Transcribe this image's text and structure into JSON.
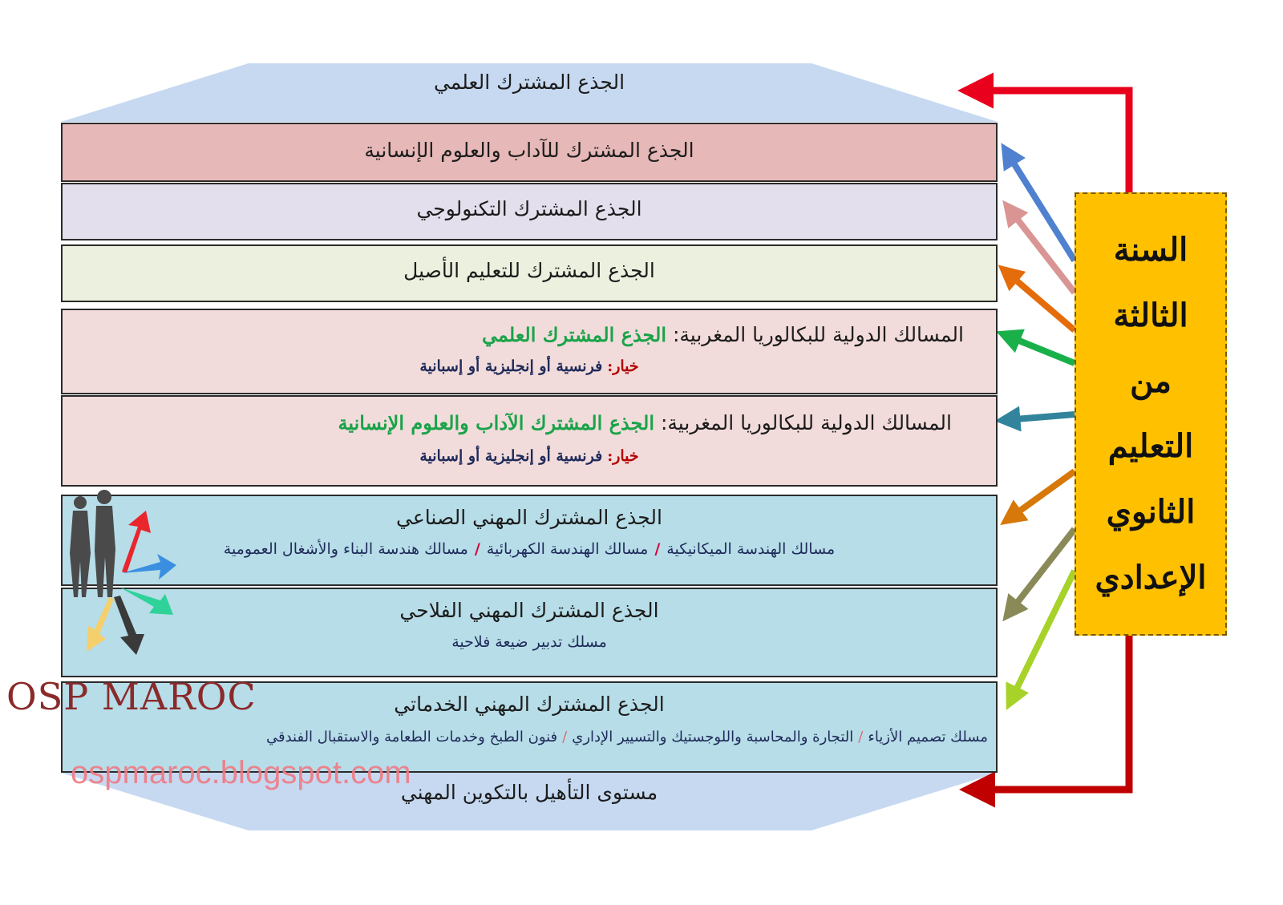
{
  "top_hex": {
    "title": "الجذع المشترك العلمي"
  },
  "bottom_hex": {
    "title": "مستوى التأهيل بالتكوين المهني"
  },
  "rows": {
    "letters": {
      "title": "الجذع المشترك للآداب والعلوم الإنسانية"
    },
    "tech": {
      "title": "الجذع المشترك التكنولوجي"
    },
    "original": {
      "title": "الجذع المشترك للتعليم الأصيل"
    },
    "intl_sci": {
      "title": "المسالك الدولية للبكالوريا المغربية:",
      "highlight": "الجذع المشترك العلمي",
      "choice_label": "خيار:",
      "choice_value": "فرنسية أو إنجليزية أو إسبانية"
    },
    "intl_lit": {
      "title": "المسالك الدولية للبكالوريا المغربية:",
      "highlight": "الجذع المشترك الآداب والعلوم الإنسانية",
      "choice_label": "خيار:",
      "choice_value": "فرنسية أو إنجليزية أو إسبانية"
    },
    "industrial": {
      "title": "الجذع المشترك المهني الصناعي",
      "tracks": [
        "مسالك الهندسة الميكانيكية",
        "مسالك الهندسة الكهربائية",
        "مسالك هندسة البناء والأشغال العمومية"
      ],
      "separator": "/"
    },
    "agri": {
      "title": "الجذع المشترك المهني الفلاحي",
      "track": "مسلك تدبير ضيعة فلاحية"
    },
    "services": {
      "title": "الجذع المشترك المهني الخدماتي",
      "tracks": [
        "مسلك تصميم الأزياء",
        "التجارة والمحاسبة واللوجستيك والتسيير الإداري",
        "فنون الطبخ وخدمات الطعامة والاستقبال الفندقي"
      ],
      "separator": "/"
    }
  },
  "side_box": {
    "lines": [
      "السنة",
      "الثالثة",
      "من",
      "التعليم",
      "الثانوي",
      "الإعدادي"
    ]
  },
  "logo": {
    "text": "OSP MAROC",
    "url": "ospmaroc.blogspot.com"
  },
  "colors": {
    "side_box_fill": "#ffc000",
    "hex_fill": "#c6d9f1",
    "arrow_red": "#e8001c",
    "arrow_blue": "#4f81d0",
    "arrow_pink": "#d99594",
    "arrow_orange": "#e46c0a",
    "arrow_green": "#19b04a",
    "arrow_teal": "#31849b",
    "arrow_orange2": "#d7780a",
    "arrow_olive": "#8a8a58",
    "arrow_lime": "#a7d22a",
    "arrow_darkred": "#c00000"
  }
}
